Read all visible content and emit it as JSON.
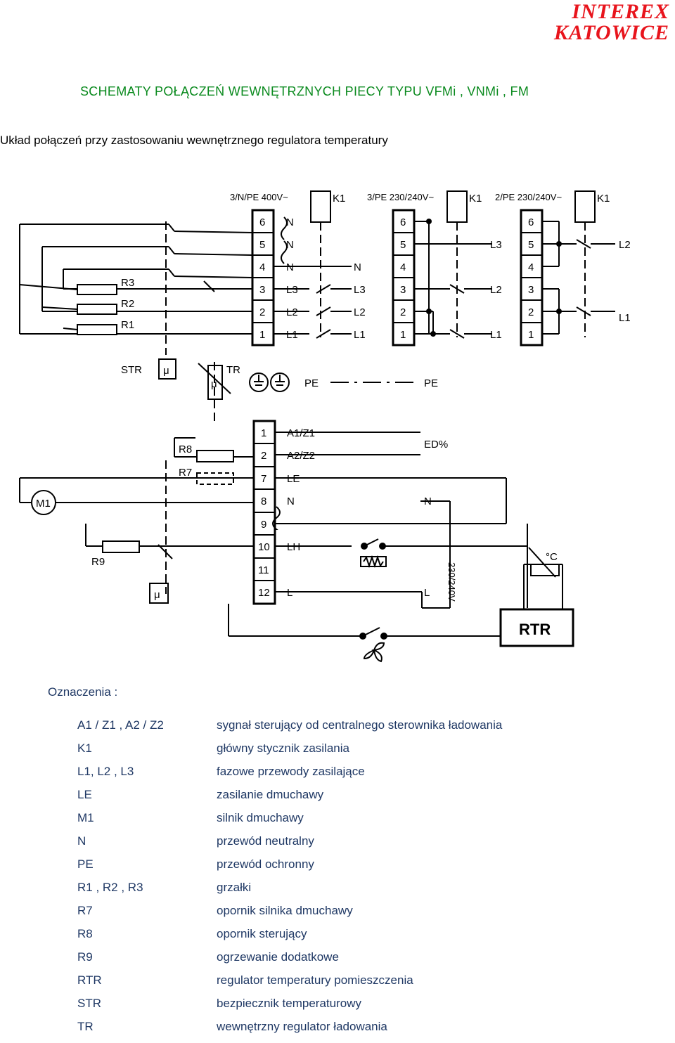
{
  "logo": {
    "line1": "INTEREX",
    "line2": "KATOWICE"
  },
  "title": "SCHEMATY  POŁĄCZEŃ  WEWNĘTRZNYCH  PIECY  TYPU  VFMi , VNMi , FM",
  "subtitle": "Układ połączeń przy zastosowaniu wewnętrznego regulatora temperatury",
  "diagram": {
    "supply_1": "3/N/PE 400V~",
    "supply_2": "3/PE 230/240V~",
    "supply_3": "2/PE 230/240V~",
    "k1": "K1",
    "term_1": [
      "6",
      "5",
      "4",
      "3",
      "2",
      "1"
    ],
    "term_1_labels": [
      "N",
      "N",
      "N",
      "L3",
      "L2",
      "L1"
    ],
    "term_1_out": [
      "N",
      "L3",
      "L2",
      "L1"
    ],
    "term_2": [
      "6",
      "5",
      "4",
      "3",
      "2",
      "1"
    ],
    "term_2_out": [
      "L3",
      "L2",
      "L1"
    ],
    "term_3": [
      "6",
      "5",
      "4",
      "3",
      "2",
      "1"
    ],
    "term_3_out": [
      "L2",
      "L1"
    ],
    "heaters": [
      "R3",
      "R2",
      "R1"
    ],
    "str": "STR",
    "tr": "TR",
    "mu": "μ",
    "pe": "PE",
    "ctrl_terms": [
      "1",
      "2",
      "7",
      "8",
      "9",
      "10",
      "11",
      "12"
    ],
    "ctrl_labels": [
      "A1/Z1",
      "A2/Z2",
      "LE",
      "N",
      "",
      "LH",
      "",
      "L"
    ],
    "ed": "ED%",
    "r8": "R8",
    "r7": "R7",
    "m1": "M1",
    "r9": "R9",
    "n_right": "N",
    "l_right": "L",
    "voltage": "230/240V",
    "deg_c": "°C",
    "rtr": "RTR"
  },
  "legend": {
    "title": "Oznaczenia :",
    "items": [
      {
        "key": "A1 / Z1 , A2 / Z2",
        "desc": "sygnał sterujący od centralnego sterownika ładowania"
      },
      {
        "key": "K1",
        "desc": "główny stycznik zasilania"
      },
      {
        "key": "L1, L2 , L3",
        "desc": "fazowe przewody zasilające"
      },
      {
        "key": "LE",
        "desc": "zasilanie dmuchawy"
      },
      {
        "key": "M1",
        "desc": "silnik dmuchawy"
      },
      {
        "key": "N",
        "desc": "przewód neutralny"
      },
      {
        "key": "PE",
        "desc": "przewód ochronny"
      },
      {
        "key": "R1 , R2 , R3",
        "desc": "grzałki"
      },
      {
        "key": "R7",
        "desc": "opornik silnika dmuchawy"
      },
      {
        "key": "R8",
        "desc": "opornik sterujący"
      },
      {
        "key": "R9",
        "desc": "ogrzewanie dodatkowe"
      },
      {
        "key": "RTR",
        "desc": "regulator temperatury pomieszczenia"
      },
      {
        "key": "STR",
        "desc": "bezpiecznik temperaturowy"
      },
      {
        "key": "TR",
        "desc": "wewnętrzny regulator ładowania"
      }
    ]
  }
}
